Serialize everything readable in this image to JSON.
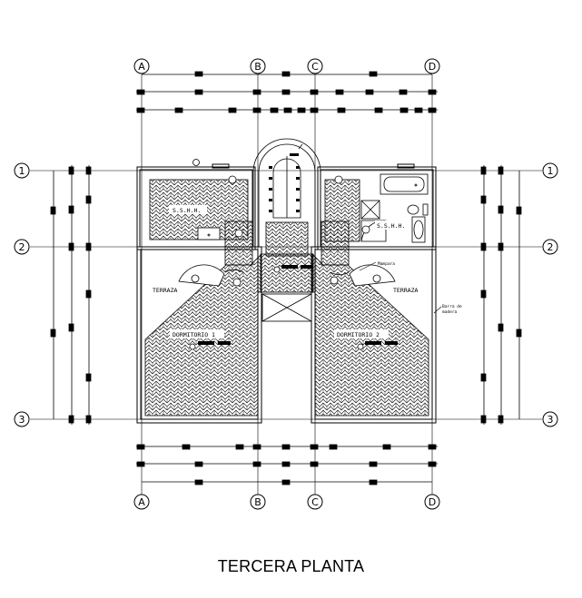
{
  "title": "TERCERA PLANTA",
  "axes": {
    "columns": [
      "A",
      "B",
      "C",
      "D"
    ],
    "rows": [
      "1",
      "2",
      "3"
    ]
  },
  "rooms": {
    "bath_left": "S.S.H.H.",
    "bath_right": "S.S.H.H.",
    "terrace_left": "TERRAZA",
    "terrace_right": "TERRAZA",
    "bedroom_1": "DORMITORIO 1",
    "bedroom_2": "DORMITORIO 2"
  },
  "notes": {
    "mampara": "Mampara",
    "barra_1": "Barra de",
    "barra_2": "madera"
  },
  "colors": {
    "line": "#000000",
    "background": "#ffffff"
  }
}
